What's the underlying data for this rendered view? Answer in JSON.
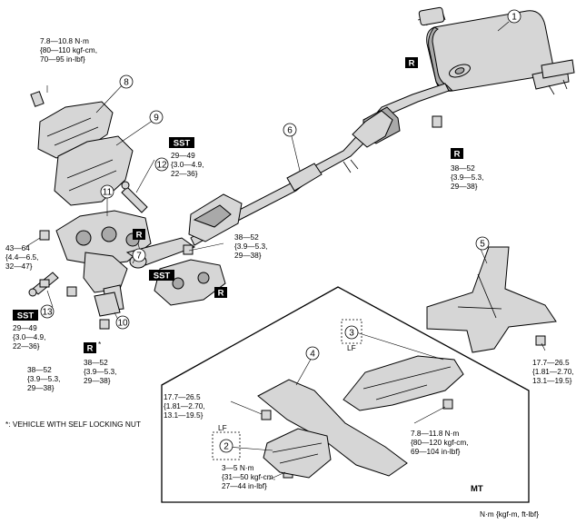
{
  "callouts": [
    "1",
    "2",
    "3",
    "4",
    "5",
    "6",
    "7",
    "8",
    "9",
    "10",
    "11",
    "12",
    "13"
  ],
  "badges": {
    "r": "R",
    "sst": "SST",
    "r_asterisk": "*"
  },
  "torques": {
    "t1": [
      "7.8—10.8 N·m",
      "{80—110 kgf-cm,",
      "70—95 in-lbf}"
    ],
    "t2": [
      "29—49",
      "{3.0—4.9,",
      "22—36}"
    ],
    "t3": [
      "38—52",
      "{3.9—5.3,",
      "29—38}"
    ],
    "t4": [
      "38—52",
      "{3.9—5.3,",
      "29—38}"
    ],
    "t5": [
      "43—64",
      "{4.4—6.5,",
      "32—47}"
    ],
    "t6": [
      "29—49",
      "{3.0—4.9,",
      "22—36}"
    ],
    "t7": [
      "38—52",
      "{3.9—5.3,",
      "29—38}"
    ],
    "t8": [
      "38—52",
      "{3.9—5.3,",
      "29—38}"
    ],
    "t9": [
      "17.7—26.5",
      "{1.81—2.70,",
      "13.1—19.5}"
    ],
    "t10": [
      "17.7—26.5",
      "{1.81—2.70,",
      "13.1—19.5}"
    ],
    "t11": [
      "7.8—11.8 N·m",
      "{80—120 kgf-cm,",
      "69—104 in-lbf}"
    ],
    "t12": [
      "3—5 N·m",
      "{31—50 kgf-cm,",
      "27—44 in-lbf}"
    ]
  },
  "labels": {
    "lf_top": "LF",
    "lf_bottom": "LF",
    "mt": "MT",
    "footnote": "*: VEHICLE WITH SELF LOCKING NUT",
    "units": "N·m {kgf-m, ft-lbf}"
  }
}
